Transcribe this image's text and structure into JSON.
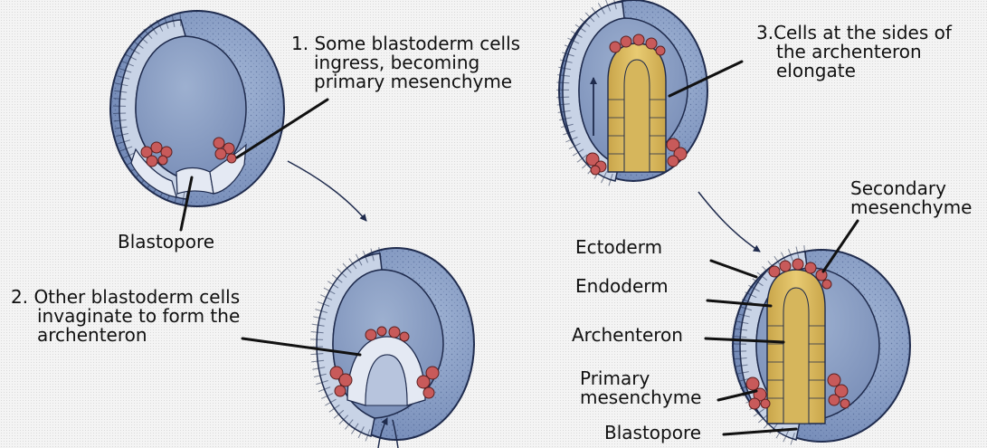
{
  "steps": {
    "step1": [
      "1. Some blastoderm cells",
      "ingress, becoming",
      "primary mesenchyme"
    ],
    "step2": [
      "2. Other blastoderm cells",
      "invaginate to form the",
      "archenteron"
    ],
    "step3": [
      "3.Cells at the sides of",
      "the archenteron",
      "elongate"
    ]
  },
  "labels": {
    "blastopore_1": "Blastopore",
    "secondary_mesenchyme": [
      "Secondary",
      "mesenchyme"
    ],
    "ectoderm": "Ectoderm",
    "endoderm": "Endoderm",
    "archenteron": "Archenteron",
    "primary_mesenchyme": [
      "Primary",
      "mesenchyme"
    ],
    "blastopore_4": "Blastopore"
  }
}
